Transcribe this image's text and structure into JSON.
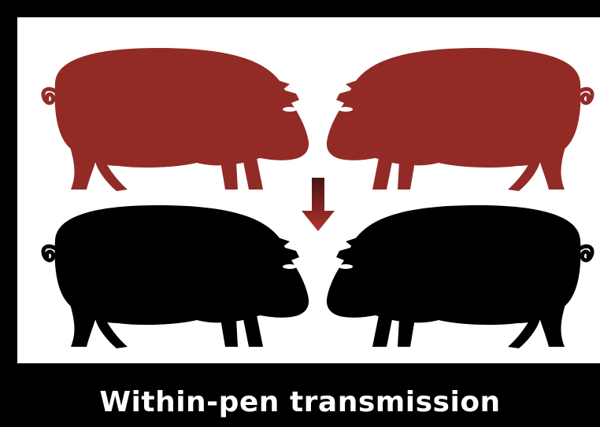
{
  "caption": "Within-pen transmission",
  "colors": {
    "background": "#000000",
    "panel": "#ffffff",
    "infected_pig": "#922b26",
    "susceptible_pig": "#000000",
    "arrow_top": "#4a1512",
    "arrow_bottom": "#b0322b",
    "caption_text": "#ffffff"
  },
  "figure": {
    "pigs": [
      {
        "id": "top-left",
        "status": "infected",
        "facing": "right"
      },
      {
        "id": "top-right",
        "status": "infected",
        "facing": "left"
      },
      {
        "id": "bottom-left",
        "status": "susceptible",
        "facing": "right"
      },
      {
        "id": "bottom-right",
        "status": "susceptible",
        "facing": "left"
      }
    ],
    "arrow": {
      "direction": "down",
      "icon": "down-arrow-icon"
    }
  }
}
